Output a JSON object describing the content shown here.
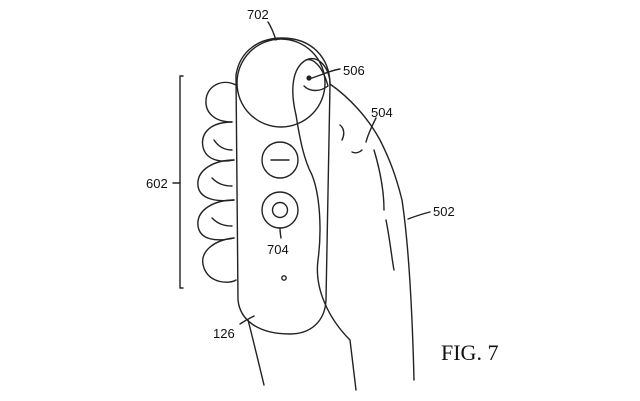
{
  "figure": {
    "caption": "FIG. 7",
    "labels": {
      "device_top": "702",
      "sensor_dot": "506",
      "thumb_tip": "504",
      "thumb": "502",
      "fingers_bracket": "602",
      "button": "704",
      "housing": "126"
    }
  }
}
